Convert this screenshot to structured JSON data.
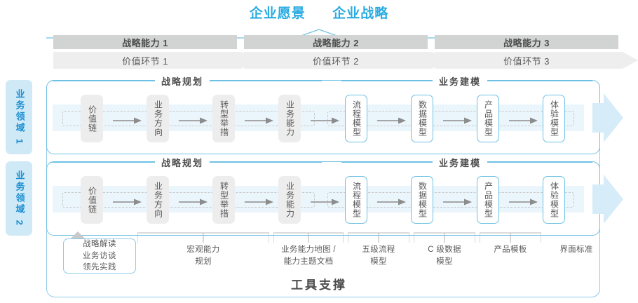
{
  "header": {
    "vision_label": "企业愿景",
    "strategy_label": "企业战略"
  },
  "capabilities": [
    {
      "capability": "战略能力 1",
      "value_chain": "价值环节 1"
    },
    {
      "capability": "战略能力 2",
      "value_chain": "价值环节 2"
    },
    {
      "capability": "战略能力 3",
      "value_chain": "价值环节 3"
    }
  ],
  "domains": [
    {
      "label": "业务领域 1"
    },
    {
      "label": "业务领域 2"
    }
  ],
  "sections": {
    "planning_label": "战略规划",
    "modeling_label": "业务建模"
  },
  "planning_nodes": [
    {
      "label": "价值链"
    },
    {
      "label": "业务方向"
    },
    {
      "label": "转型举措"
    },
    {
      "label": "业务能力"
    }
  ],
  "modeling_nodes": [
    {
      "label": "流程模型"
    },
    {
      "label": "数据模型"
    },
    {
      "label": "产品模型"
    },
    {
      "label": "体验模型"
    }
  ],
  "tool_inputs": {
    "line1": "战略解读",
    "line2": "业务访谈",
    "line3": "领先实践"
  },
  "tool_labels": [
    {
      "line1": "宏观能力",
      "line2": "规划"
    },
    {
      "line1": "业务能力地图 /",
      "line2": "能力主题文档"
    },
    {
      "line1": "五级流程",
      "line2": "模型"
    },
    {
      "line1": "C 级数据",
      "line2": "模型"
    },
    {
      "line1": "产品模板",
      "line2": ""
    },
    {
      "line1": "界面标准",
      "line2": ""
    }
  ],
  "footer": {
    "tool_support_label": "工具支撑"
  },
  "colors": {
    "accent_blue": "#29abe2",
    "border_blue": "#6ec1e4",
    "band_blue": "#eaf5fc",
    "chip_blue": "#cfe9f7",
    "bar_gray": "#d2d3d3",
    "band_gray": "#eeeeee",
    "node_gray": "#ededed",
    "text_gray": "#595959"
  }
}
